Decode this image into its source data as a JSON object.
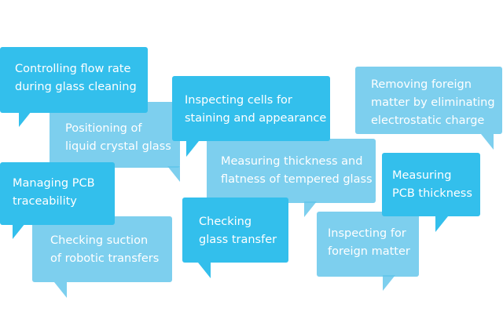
{
  "bubbles": [
    {
      "line1": "Controlling flow rate",
      "line2": "during glass cleaning"
    },
    {
      "line1": "Positioning of",
      "line2": "liquid crystal glass"
    },
    {
      "line1": "Inspecting cells for",
      "line2": "staining and appearance"
    },
    {
      "line1": "Removing foreign",
      "line2": "matter by eliminating",
      "line3": "electrostatic charge"
    },
    {
      "line1": "Measuring thickness and",
      "line2": "flatness of tempered glass"
    },
    {
      "line1": "Measuring",
      "line2": "PCB thickness"
    },
    {
      "line1": "Managing PCB",
      "line2": "traceability"
    },
    {
      "line1": "Checking suction",
      "line2": "of robotic transfers"
    },
    {
      "line1": "Checking",
      "line2": "glass transfer"
    },
    {
      "line1": "Inspecting for",
      "line2": "foreign matter"
    }
  ],
  "colors": {
    "dark_bubble": "#33bfec",
    "light_bubble": "#60c4ea",
    "text": "#ffffff"
  }
}
